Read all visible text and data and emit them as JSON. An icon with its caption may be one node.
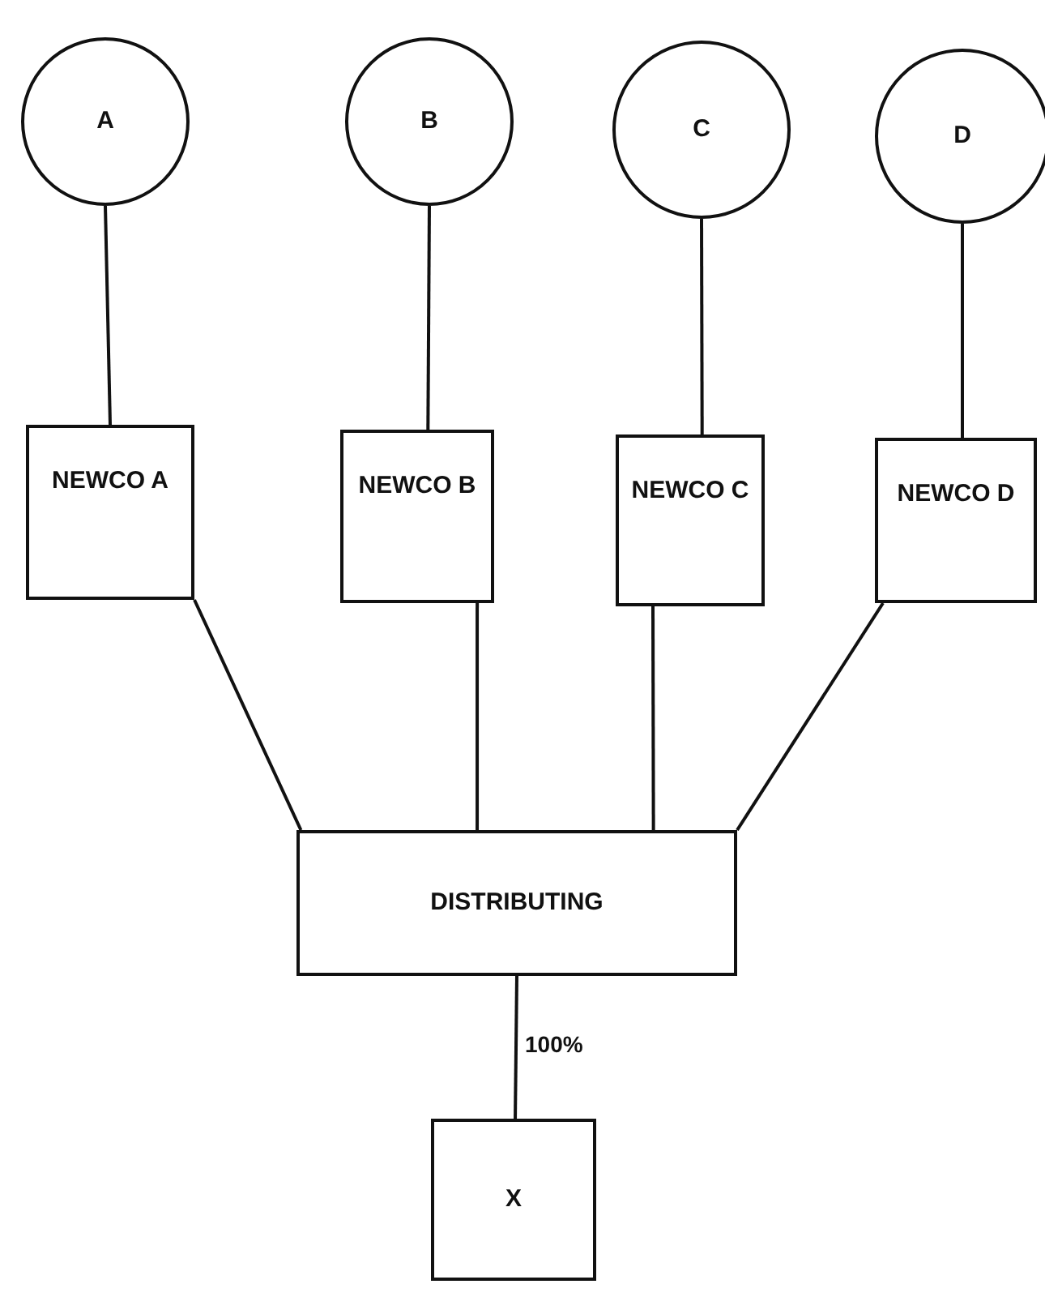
{
  "diagram": {
    "nodes": [
      {
        "text": [
          "A"
        ]
      },
      {
        "text": [
          "B"
        ]
      },
      {
        "text": [
          "C"
        ]
      },
      {
        "text": [
          "D"
        ]
      },
      {
        "text": [
          "NEWCO A"
        ]
      },
      {
        "text": [
          "NEWCO B"
        ]
      },
      {
        "text": [
          "NEWCO C"
        ]
      },
      {
        "text": [
          "NEWCO D"
        ]
      },
      {
        "text": [
          "DISTRIBUTING"
        ]
      },
      {
        "text": [
          "X"
        ]
      }
    ],
    "edges": [
      {
        "from": 0,
        "to": 4,
        "arrow": "none"
      },
      {
        "from": 1,
        "to": 5,
        "arrow": "none"
      },
      {
        "from": 2,
        "to": 6,
        "arrow": "none"
      },
      {
        "from": 3,
        "to": 7,
        "arrow": "none"
      },
      {
        "from": 4,
        "to": 8,
        "arrow": "none"
      },
      {
        "from": 5,
        "to": 8,
        "arrow": "none"
      },
      {
        "from": 6,
        "to": 8,
        "arrow": "none"
      },
      {
        "from": 7,
        "to": 8,
        "arrow": "none"
      },
      {
        "from": 8,
        "to": 9,
        "arrow": "none",
        "label": "100%"
      }
    ]
  }
}
